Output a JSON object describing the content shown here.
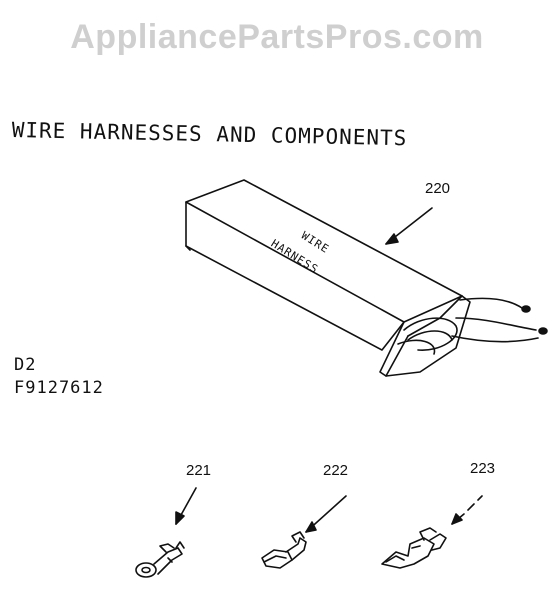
{
  "watermark": "AppliancePartsPros.com",
  "title": "WIRE HARNESSES AND COMPONENTS",
  "codes": {
    "line1": "D2",
    "line2": "F9127612"
  },
  "box_label": {
    "line1": "WIRE",
    "line2": "HARNESS"
  },
  "callouts": {
    "harness": "220",
    "ring_terminal": "221",
    "spade_terminal": "222",
    "slide_terminal": "223"
  },
  "colors": {
    "ink": "#111111",
    "watermark": "#cfcfcf",
    "background": "#ffffff"
  }
}
